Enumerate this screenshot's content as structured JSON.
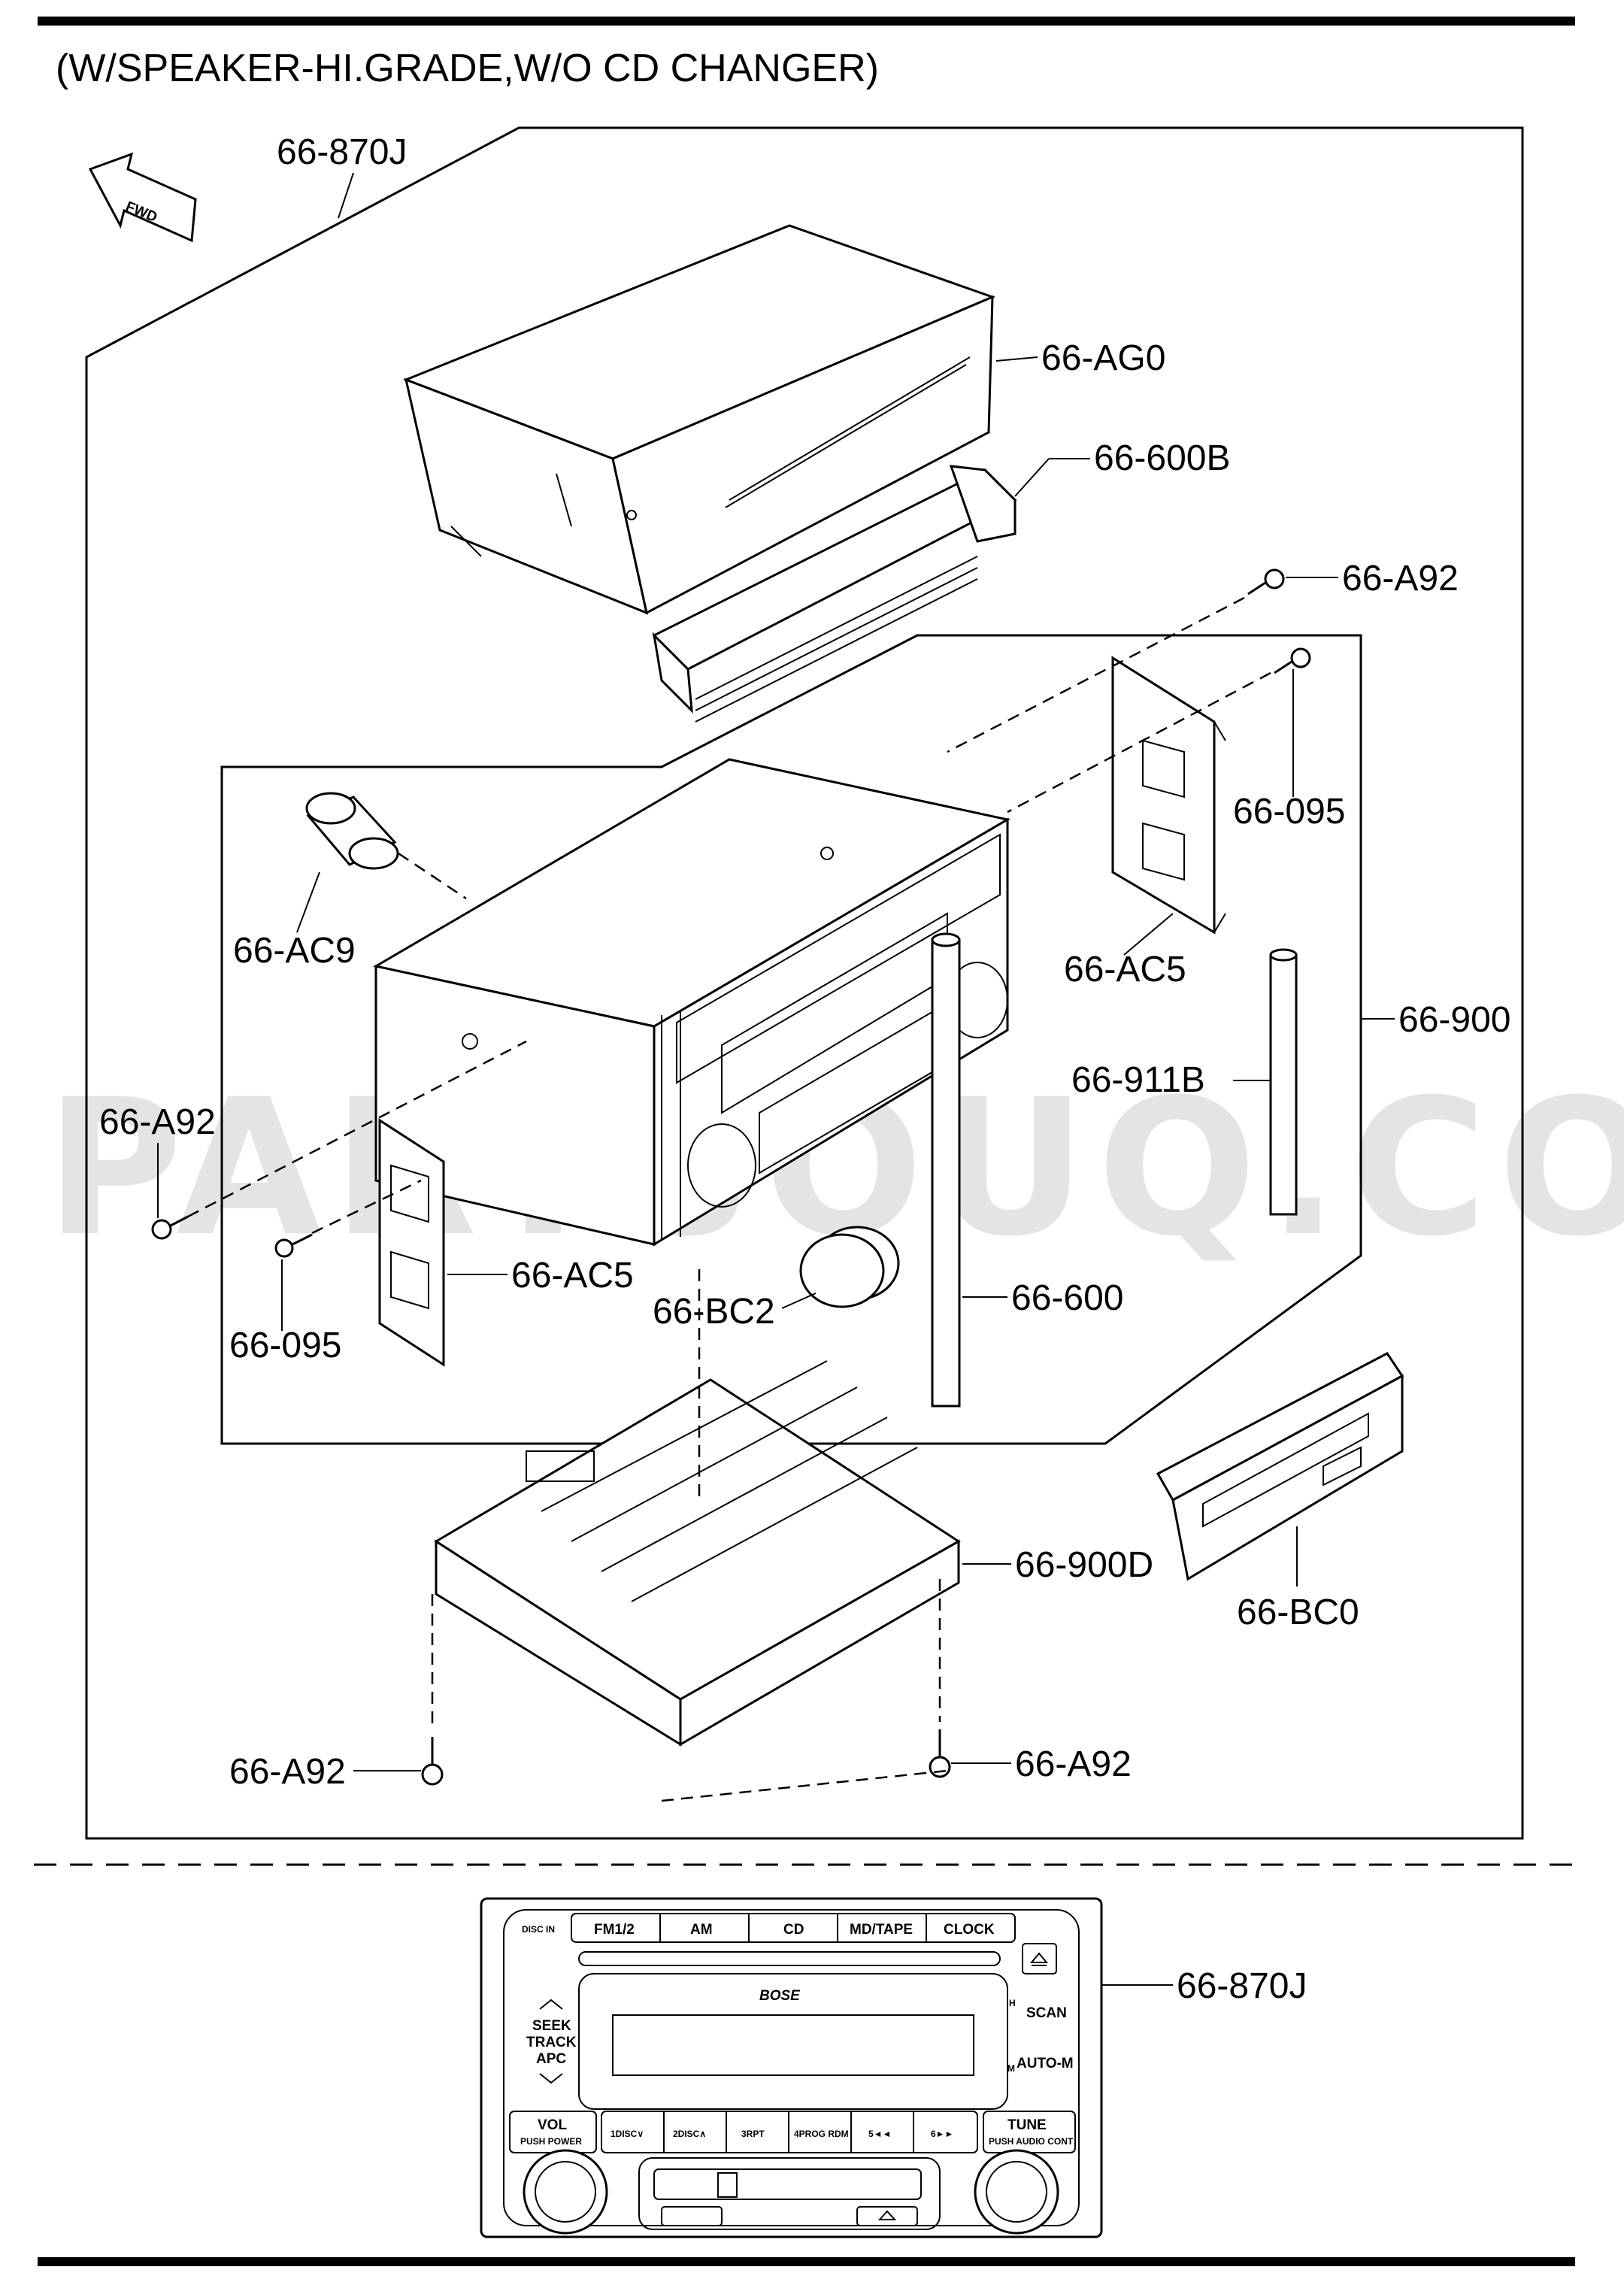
{
  "header": {
    "title": "(W/SPEAKER-HI.GRADE,W/O CD CHANGER)"
  },
  "fwd_label": "FWD",
  "watermark": "PARTSOUQ.COM",
  "callouts": [
    {
      "id": "c1",
      "label": "66-870J"
    },
    {
      "id": "c2",
      "label": "66-AG0"
    },
    {
      "id": "c3",
      "label": "66-600B"
    },
    {
      "id": "c4",
      "label": "66-A92"
    },
    {
      "id": "c5",
      "label": "66-095"
    },
    {
      "id": "c6",
      "label": "66-AC9"
    },
    {
      "id": "c7",
      "label": "66-AC5"
    },
    {
      "id": "c8",
      "label": "66-900"
    },
    {
      "id": "c9",
      "label": "66-911B"
    },
    {
      "id": "c10",
      "label": "66-A92"
    },
    {
      "id": "c11",
      "label": "66-AC5"
    },
    {
      "id": "c12",
      "label": "66-095"
    },
    {
      "id": "c13",
      "label": "66-BC2"
    },
    {
      "id": "c14",
      "label": "66-600"
    },
    {
      "id": "c15",
      "label": "66-900D"
    },
    {
      "id": "c16",
      "label": "66-BC0"
    },
    {
      "id": "c17",
      "label": "66-A92"
    },
    {
      "id": "c18",
      "label": "66-A92"
    },
    {
      "id": "c19",
      "label": "66-870J"
    }
  ],
  "radio_face": {
    "disc_in": "DISC IN",
    "top_buttons": [
      "FM1/2",
      "AM",
      "CD",
      "MD/TAPE",
      "CLOCK"
    ],
    "brand": "BOSE",
    "scan": "SCAN",
    "scan_key": "H",
    "auto_m": "AUTO-M",
    "auto_m_key": "M",
    "seek": [
      "SEEK",
      "TRACK",
      "APC"
    ],
    "vol": "VOL",
    "vol_sub": "PUSH POWER",
    "presets": [
      "1DISC∨",
      "2DISC∧",
      "3RPT",
      "4PROG RDM",
      "5◄◄",
      "6►►"
    ],
    "tune": "TUNE",
    "tune_sub": "PUSH AUDIO CONT"
  }
}
